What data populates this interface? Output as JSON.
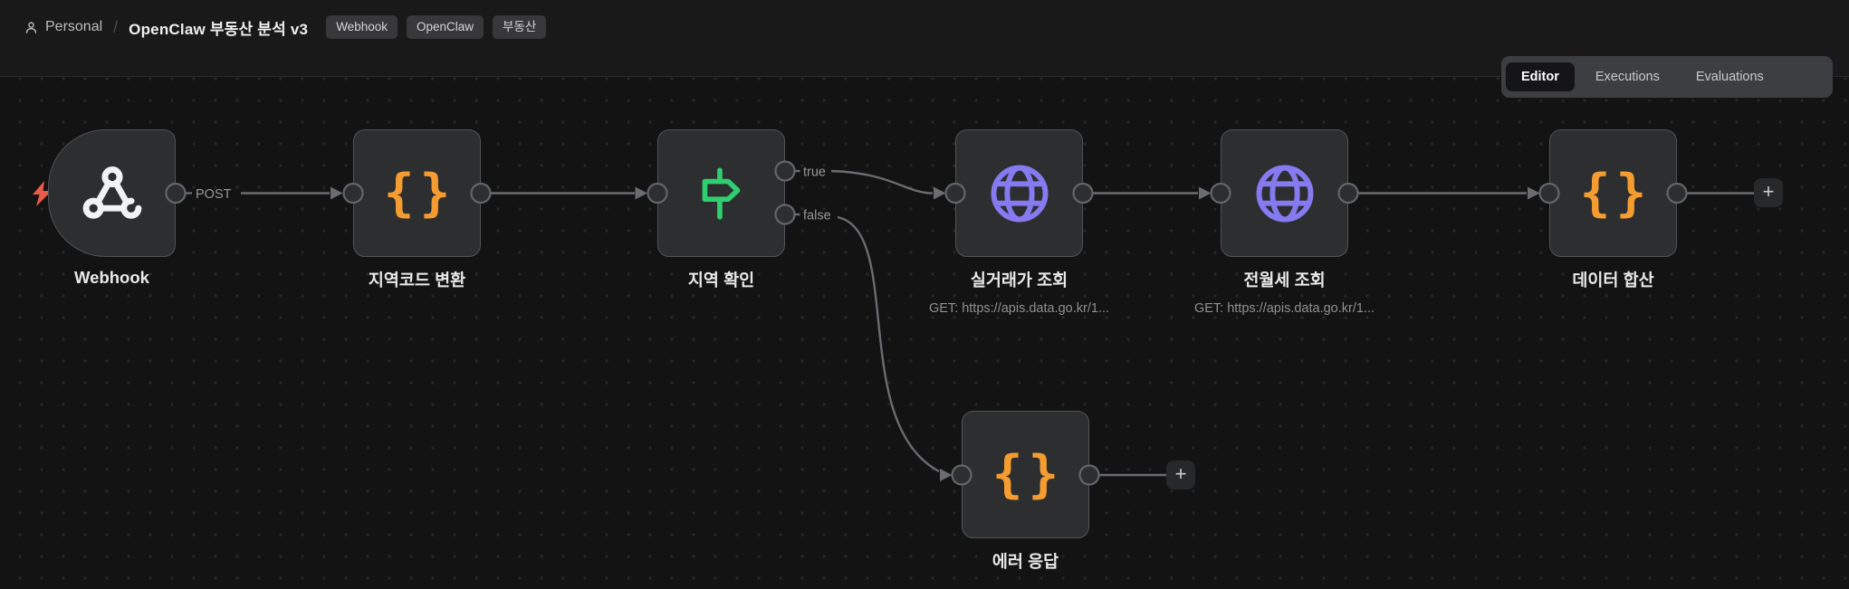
{
  "header": {
    "breadcrumb": {
      "project": "Personal",
      "separator": "/",
      "title": "OpenClaw 부동산 분석 v3"
    },
    "tags": [
      "Webhook",
      "OpenClaw",
      "부동산"
    ]
  },
  "tabs": {
    "editor": "Editor",
    "executions": "Executions",
    "evaluations": "Evaluations",
    "active": "Editor"
  },
  "canvas": {
    "nodes": [
      {
        "id": "webhook",
        "label": "Webhook",
        "type": "webhook-trigger",
        "icon": "webhook-icon"
      },
      {
        "id": "code1",
        "label": "지역코드 변환",
        "type": "code",
        "icon": "code-braces-icon",
        "icon_glyph": "{}"
      },
      {
        "id": "if1",
        "label": "지역 확인",
        "type": "if",
        "icon": "signpost-icon",
        "outputs": [
          "true",
          "false"
        ]
      },
      {
        "id": "http1",
        "label": "실거래가 조회",
        "subtitle": "GET: https://apis.data.go.kr/1...",
        "type": "http-request",
        "icon": "globe-icon"
      },
      {
        "id": "http2",
        "label": "전월세 조회",
        "subtitle": "GET: https://apis.data.go.kr/1...",
        "type": "http-request",
        "icon": "globe-icon"
      },
      {
        "id": "code2",
        "label": "데이터 합산",
        "type": "code",
        "icon": "code-braces-icon",
        "icon_glyph": "{}"
      },
      {
        "id": "code3",
        "label": "에러 응답",
        "type": "code",
        "icon": "code-braces-icon",
        "icon_glyph": "{}"
      }
    ],
    "port_labels": {
      "webhook_output": "POST",
      "if_true": "true",
      "if_false": "false"
    },
    "plus_label": "+"
  },
  "colors": {
    "code_icon": "#f59c30",
    "if_icon": "#2fcf70",
    "http_icon": "#857aef",
    "trigger_bolt": "#e85c4a",
    "wire": "#6a6c70",
    "node_bg": "#2d2e30",
    "canvas_bg": "#131313"
  }
}
